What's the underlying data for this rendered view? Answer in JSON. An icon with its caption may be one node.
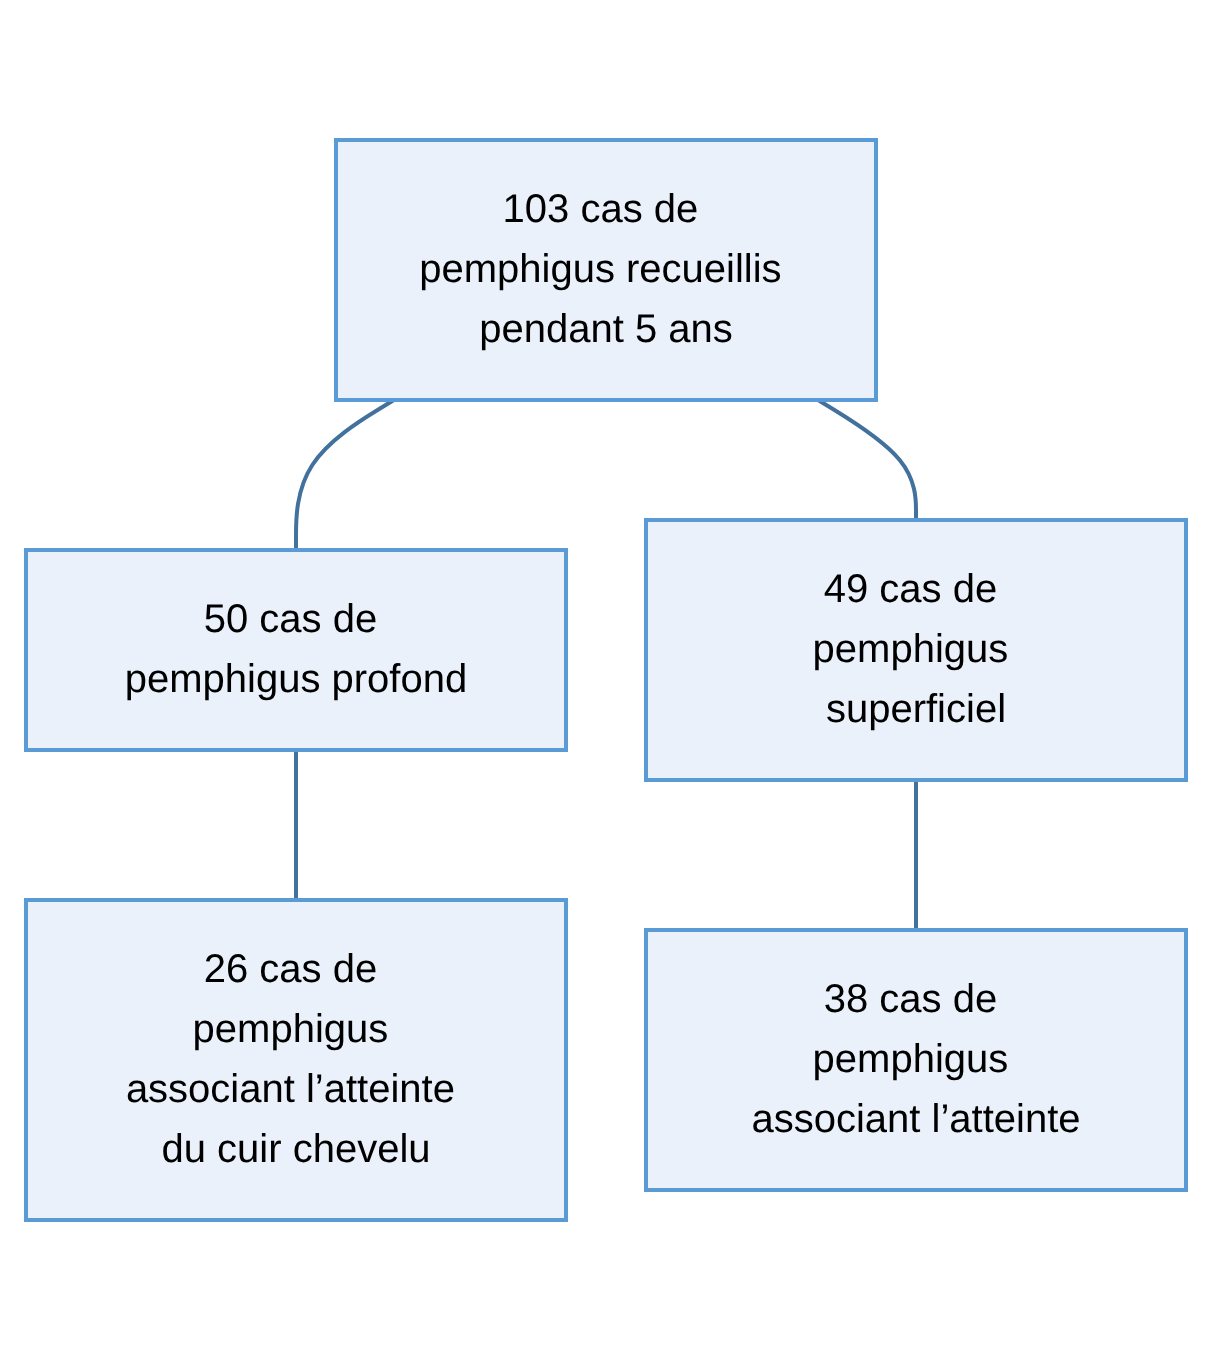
{
  "diagram": {
    "nodes": [
      {
        "text": [
          "103 cas de pemphigus recueillis pendant 5 ans"
        ]
      },
      {
        "text": [
          "50 cas de pemphigus profond"
        ]
      },
      {
        "text": [
          "49 cas de pemphigus superficiel"
        ]
      },
      {
        "text": [
          "26 cas de pemphigus associant l’atteinte du cuir chevelu"
        ]
      },
      {
        "text": [
          "38 cas de pemphigus associant l’atteinte"
        ]
      }
    ],
    "edges": [
      {
        "from": 0,
        "to": 1,
        "arrow": "none"
      },
      {
        "from": 0,
        "to": 2,
        "arrow": "none"
      },
      {
        "from": 1,
        "to": 3,
        "arrow": "none"
      },
      {
        "from": 2,
        "to": 4,
        "arrow": "none"
      }
    ]
  }
}
